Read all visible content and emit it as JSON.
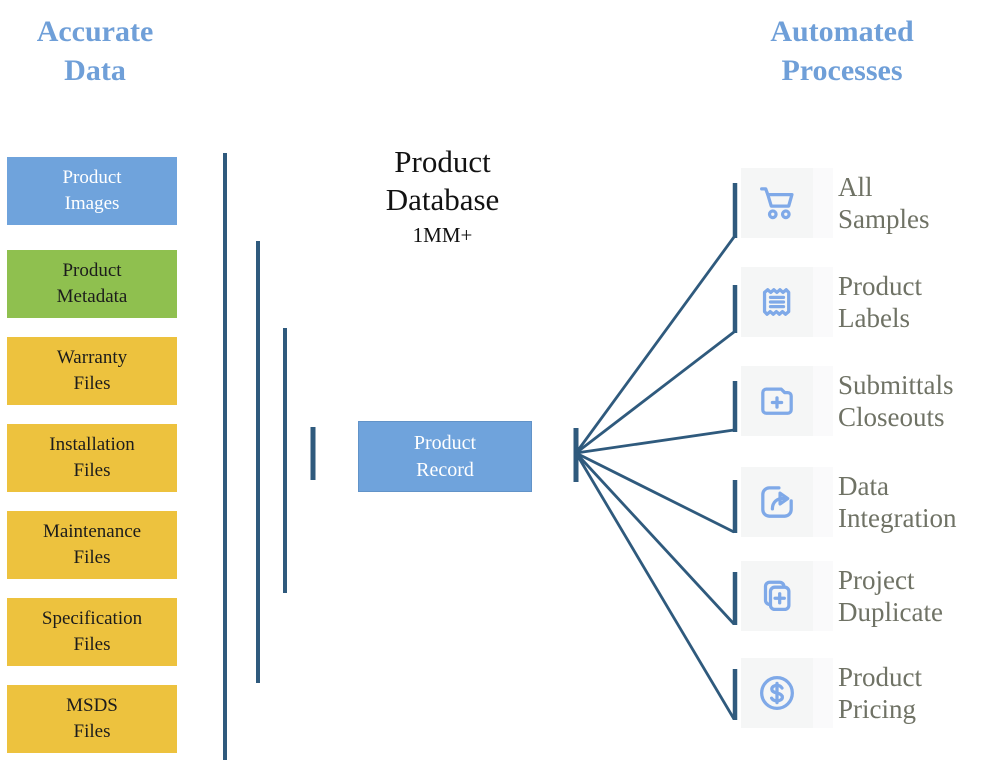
{
  "colors": {
    "header_blue": "#6f9fd8",
    "box_blue": "#6fa3dc",
    "box_green": "#8fc04f",
    "box_yellow": "#edc23e",
    "connector_dark_blue": "#2f5a7d",
    "icon_blue": "#7fa9e8",
    "icon_cell_gray": "#f5f6f6",
    "right_label_gray": "#6f7265"
  },
  "left_header": {
    "line1": "Accurate",
    "line2": "Data"
  },
  "right_header": {
    "line1": "Automated",
    "line2": "Processes"
  },
  "center": {
    "title_line1": "Product",
    "title_line2": "Database",
    "subtitle": "1MM+"
  },
  "product_record": {
    "line1": "Product",
    "line2": "Record"
  },
  "left_boxes": [
    {
      "line1": "Product",
      "line2": "Images",
      "color": "blue"
    },
    {
      "line1": "Product",
      "line2": "Metadata",
      "color": "green"
    },
    {
      "line1": "Warranty",
      "line2": "Files",
      "color": "yellow"
    },
    {
      "line1": "Installation",
      "line2": "Files",
      "color": "yellow"
    },
    {
      "line1": "Maintenance",
      "line2": "Files",
      "color": "yellow"
    },
    {
      "line1": "Specification",
      "line2": "Files",
      "color": "yellow"
    },
    {
      "line1": "MSDS",
      "line2": "Files",
      "color": "yellow"
    }
  ],
  "right_items": [
    {
      "line1": "All",
      "line2": "Samples",
      "icon": "shopping-cart-icon"
    },
    {
      "line1": "Product",
      "line2": "Labels",
      "icon": "receipt-icon"
    },
    {
      "line1": "Submittals",
      "line2": "Closeouts",
      "icon": "folder-plus-icon"
    },
    {
      "line1": "Data",
      "line2": "Integration",
      "icon": "share-arrow-icon"
    },
    {
      "line1": "Project",
      "line2": "Duplicate",
      "icon": "duplicate-plus-icon"
    },
    {
      "line1": "Product",
      "line2": "Pricing",
      "icon": "dollar-circle-icon"
    }
  ]
}
